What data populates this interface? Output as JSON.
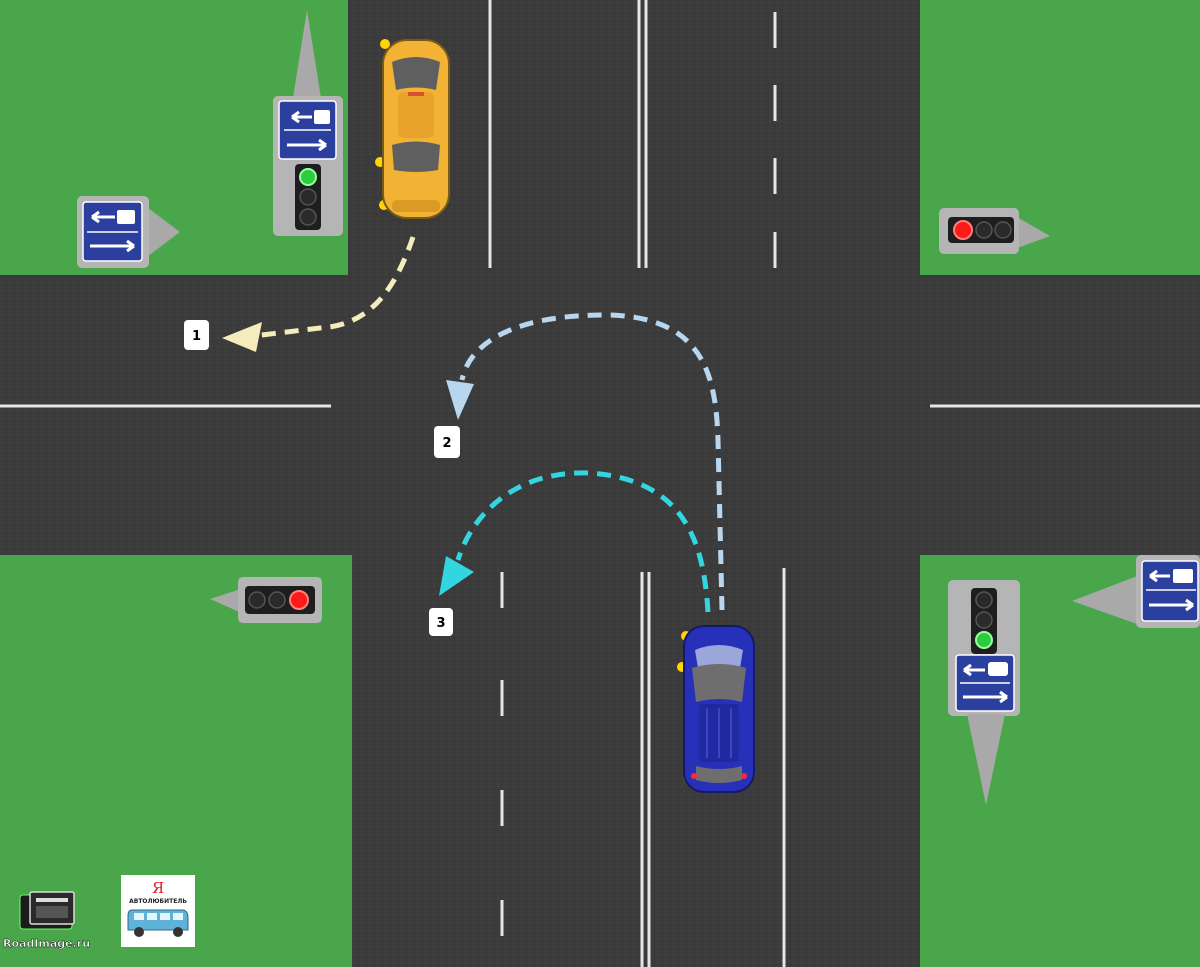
{
  "colors": {
    "grass": "#4aa64a",
    "asphalt": "#3b3b3b",
    "marking": "#e6e6e6",
    "sign_blue": "#2b3f9e",
    "route1": "#f4ecbc",
    "route2": "#b9d6ef",
    "route3": "#33d6e0",
    "taxi_yellow": "#f2b233",
    "car_blue": "#2630b8",
    "light_green": "#2ecc40",
    "light_red": "#ff1a1a",
    "light_off": "#2a2a2a"
  },
  "routes": [
    {
      "id": "1",
      "label": "1"
    },
    {
      "id": "2",
      "label": "2"
    },
    {
      "id": "3",
      "label": "3"
    }
  ],
  "vehicles": {
    "yellow": {
      "icon": "taxi-car-icon"
    },
    "blue": {
      "icon": "suv-car-icon"
    }
  },
  "traffic_lights": {
    "north_west": "green",
    "north_east": "red",
    "south_west": "red",
    "south_east": "green"
  },
  "branding": {
    "roadimage": "RoadImage.ru",
    "avto_letter": "Я",
    "avto": "АВТОЛЮБИТЕЛЬ"
  }
}
